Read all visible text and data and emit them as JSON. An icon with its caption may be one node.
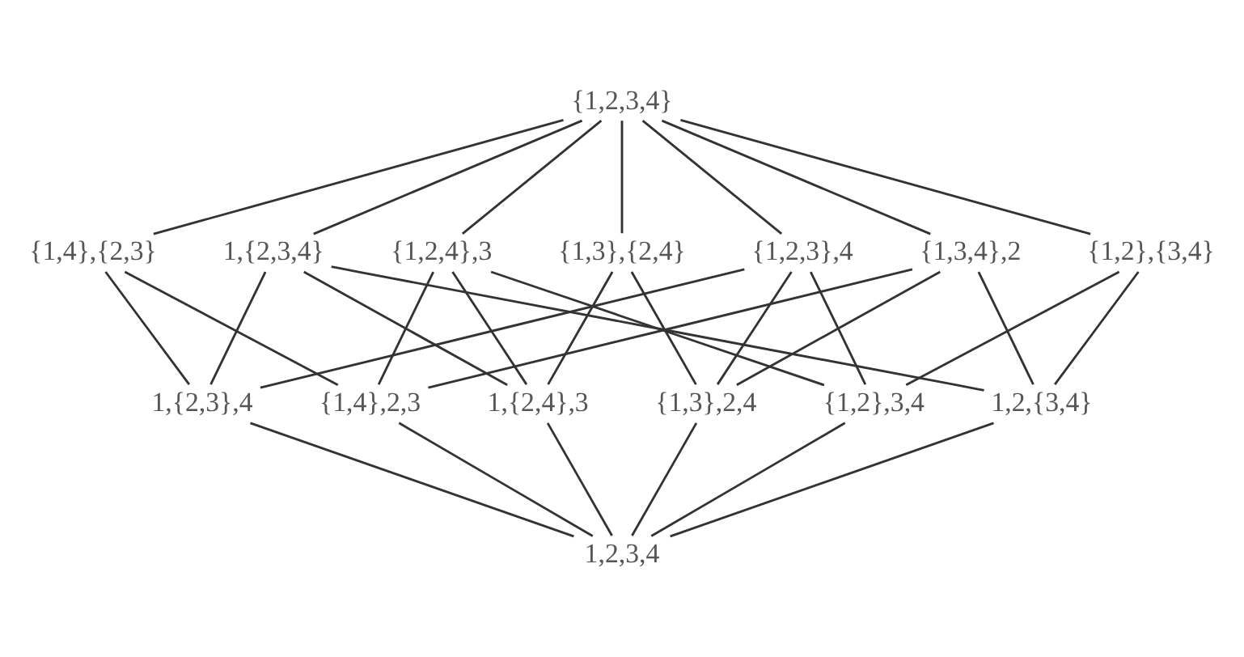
{
  "diagram": {
    "nodes": [
      {
        "text": [
          "{1,2,3,4}"
        ]
      },
      {
        "text": [
          "{1,4},{2,3}"
        ]
      },
      {
        "text": [
          "1,{2,3,4}"
        ]
      },
      {
        "text": [
          "{1,2,4},3"
        ]
      },
      {
        "text": [
          "{1,3},{2,4}"
        ]
      },
      {
        "text": [
          "{1,2,3},4"
        ]
      },
      {
        "text": [
          "{1,3,4},2"
        ]
      },
      {
        "text": [
          "{1,2},{3,4}"
        ]
      },
      {
        "text": [
          "1,{2,3},4"
        ]
      },
      {
        "text": [
          "{1,4},2,3"
        ]
      },
      {
        "text": [
          "1,{2,4},3"
        ]
      },
      {
        "text": [
          "{1,3},2,4"
        ]
      },
      {
        "text": [
          "{1,2},3,4"
        ]
      },
      {
        "text": [
          "1,2,{3,4}"
        ]
      },
      {
        "text": [
          "1,2,3,4"
        ]
      }
    ],
    "edges": [
      {
        "from": 0,
        "to": 1,
        "arrow": "none"
      },
      {
        "from": 0,
        "to": 2,
        "arrow": "none"
      },
      {
        "from": 0,
        "to": 3,
        "arrow": "none"
      },
      {
        "from": 0,
        "to": 4,
        "arrow": "none"
      },
      {
        "from": 0,
        "to": 5,
        "arrow": "none"
      },
      {
        "from": 0,
        "to": 6,
        "arrow": "none"
      },
      {
        "from": 0,
        "to": 7,
        "arrow": "none"
      },
      {
        "from": 1,
        "to": 8,
        "arrow": "none"
      },
      {
        "from": 1,
        "to": 9,
        "arrow": "none"
      },
      {
        "from": 2,
        "to": 8,
        "arrow": "none"
      },
      {
        "from": 2,
        "to": 10,
        "arrow": "none"
      },
      {
        "from": 2,
        "to": 13,
        "arrow": "none"
      },
      {
        "from": 3,
        "to": 9,
        "arrow": "none"
      },
      {
        "from": 3,
        "to": 10,
        "arrow": "none"
      },
      {
        "from": 3,
        "to": 12,
        "arrow": "none"
      },
      {
        "from": 4,
        "to": 10,
        "arrow": "none"
      },
      {
        "from": 4,
        "to": 11,
        "arrow": "none"
      },
      {
        "from": 5,
        "to": 8,
        "arrow": "none"
      },
      {
        "from": 5,
        "to": 11,
        "arrow": "none"
      },
      {
        "from": 5,
        "to": 12,
        "arrow": "none"
      },
      {
        "from": 6,
        "to": 9,
        "arrow": "none"
      },
      {
        "from": 6,
        "to": 11,
        "arrow": "none"
      },
      {
        "from": 6,
        "to": 13,
        "arrow": "none"
      },
      {
        "from": 7,
        "to": 12,
        "arrow": "none"
      },
      {
        "from": 7,
        "to": 13,
        "arrow": "none"
      },
      {
        "from": 8,
        "to": 14,
        "arrow": "none"
      },
      {
        "from": 9,
        "to": 14,
        "arrow": "none"
      },
      {
        "from": 10,
        "to": 14,
        "arrow": "none"
      },
      {
        "from": 11,
        "to": 14,
        "arrow": "none"
      },
      {
        "from": 12,
        "to": 14,
        "arrow": "none"
      },
      {
        "from": 13,
        "to": 14,
        "arrow": "none"
      }
    ]
  }
}
